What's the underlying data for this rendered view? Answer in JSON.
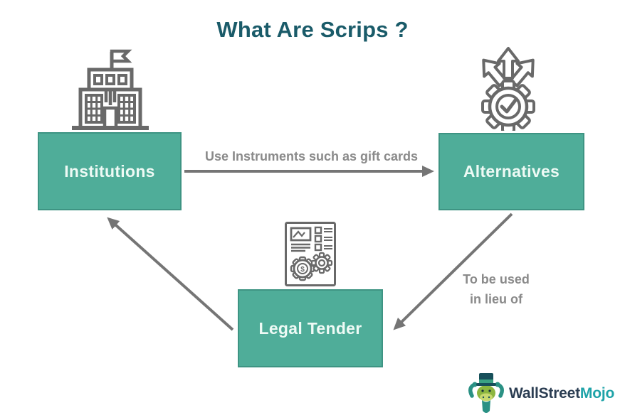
{
  "title": "What Are Scrips ?",
  "diagram": {
    "nodes": [
      {
        "id": "institutions",
        "label": "Institutions",
        "icon": "building-icon"
      },
      {
        "id": "alternatives",
        "label": "Alternatives",
        "icon": "gear-check-arrows-icon"
      },
      {
        "id": "legal_tender",
        "label": "Legal Tender",
        "icon": "scrip-document-icon"
      }
    ],
    "edges": [
      {
        "from": "institutions",
        "to": "alternatives",
        "label": "Use Instruments such as gift cards",
        "direction": "right"
      },
      {
        "from": "alternatives",
        "to": "legal_tender",
        "label": "To be used in lieu of",
        "direction": "down-left"
      },
      {
        "from": "legal_tender",
        "to": "institutions",
        "label": "",
        "direction": "up-left"
      }
    ]
  },
  "logo": {
    "mascot": "bull-mascot-icon",
    "text_primary": "WallStreet",
    "text_secondary": "Mojo"
  },
  "colors": {
    "box_fill": "#4fad99",
    "box_border": "#3e9483",
    "box_text": "#eefaf5",
    "title_text": "#1a5b69",
    "edge_text": "#8a8a8a",
    "arrow": "#757575",
    "icon_stroke": "#696969",
    "logo_primary": "#2b3d52",
    "logo_secondary": "#1fa3a8"
  }
}
